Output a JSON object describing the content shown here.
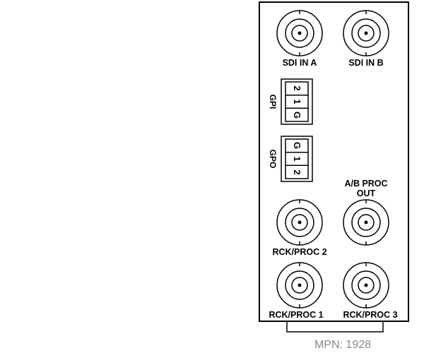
{
  "panel": {
    "inputs": [
      {
        "id": "sdi-a",
        "label": "SDI IN A"
      },
      {
        "id": "sdi-b",
        "label": "SDI IN B"
      }
    ],
    "gpi": {
      "label": "GPI",
      "pins": [
        "2",
        "1",
        "G"
      ]
    },
    "gpo": {
      "label": "GPO",
      "pins": [
        "G",
        "1",
        "2"
      ]
    },
    "outputs": [
      {
        "id": "ab-proc-out",
        "label": "A/B PROC\nOUT"
      },
      {
        "id": "rck-proc-2",
        "label": "RCK/PROC 2"
      },
      {
        "id": "rck-proc-1",
        "label": "RCK/PROC 1"
      },
      {
        "id": "rck-proc-3",
        "label": "RCK/PROC 3"
      }
    ]
  },
  "footer": {
    "mpn": "MPN: 1928"
  },
  "colors": {
    "line": "#000000",
    "mpn_text": "#8a8a8a",
    "background": "#ffffff"
  }
}
